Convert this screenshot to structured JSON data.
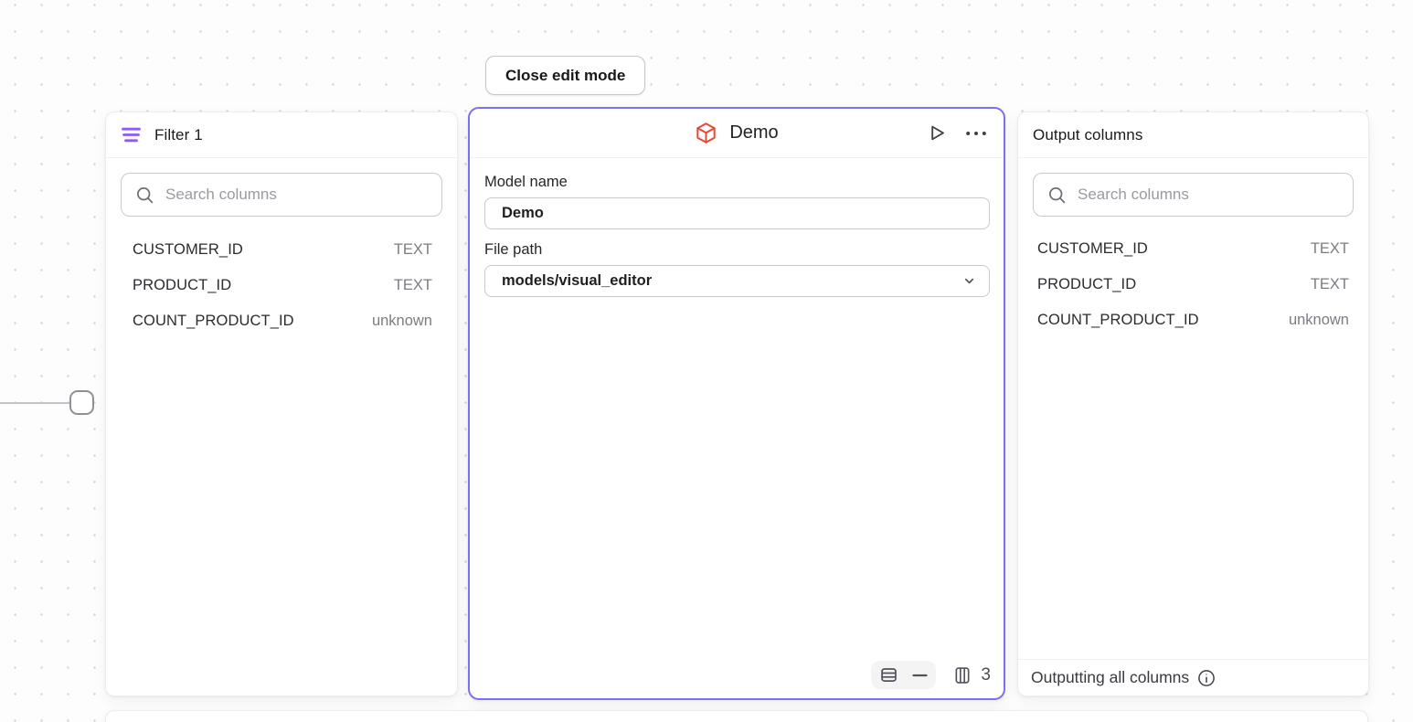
{
  "toolbar": {
    "close_button_label": "Close edit mode"
  },
  "filter_panel": {
    "title": "Filter 1",
    "search_placeholder": "Search columns",
    "columns": [
      {
        "name": "CUSTOMER_ID",
        "type": "TEXT"
      },
      {
        "name": "PRODUCT_ID",
        "type": "TEXT"
      },
      {
        "name": "COUNT_PRODUCT_ID",
        "type": "unknown"
      }
    ]
  },
  "model_panel": {
    "title": "Demo",
    "model_name_label": "Model name",
    "model_name_value": "Demo",
    "file_path_label": "File path",
    "file_path_value": "models/visual_editor",
    "column_count": "3"
  },
  "output_panel": {
    "title": "Output columns",
    "search_placeholder": "Search columns",
    "columns": [
      {
        "name": "CUSTOMER_ID",
        "type": "TEXT"
      },
      {
        "name": "PRODUCT_ID",
        "type": "TEXT"
      },
      {
        "name": "COUNT_PRODUCT_ID",
        "type": "unknown"
      }
    ],
    "footer_text": "Outputting all columns"
  },
  "icons": {
    "filter_panel_icon": "filter-lines-icon",
    "model_panel_icon": "cube-icon",
    "run_icon": "play-icon",
    "menu_icon": "ellipsis-icon",
    "search_icon": "magnifier-icon",
    "file_path_icon": "chevron-down-icon",
    "view_rows_icon": "table-rows-icon",
    "collapse_icon": "minus-icon",
    "columns_icon": "table-columns-icon",
    "footer_info_icon": "info-icon"
  },
  "colors": {
    "selection_border": "#7a70f0",
    "filter_icon": "#8b5cf6",
    "model_icon": "#e5492f",
    "canvas_dot": "#d4d4d8"
  }
}
